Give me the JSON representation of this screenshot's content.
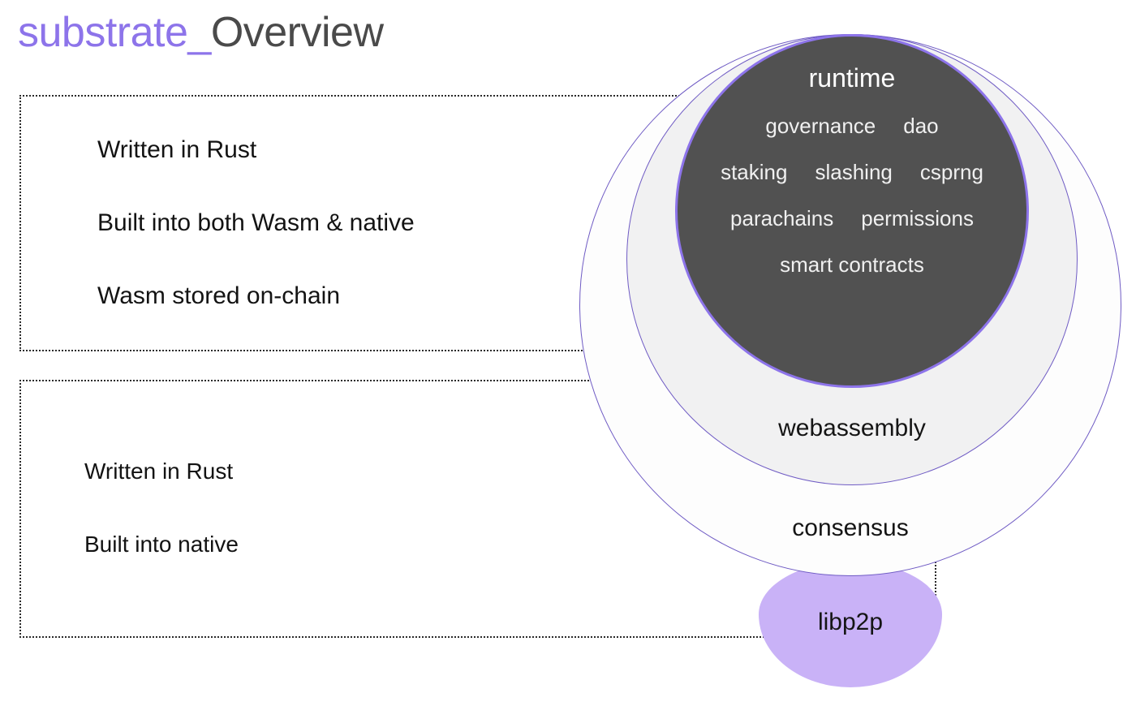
{
  "title": {
    "brand": "substrate_",
    "section": "Overview"
  },
  "colors": {
    "brand_purple": "#8d74ea",
    "circle_stroke": "#6f5bc4",
    "runtime_fill": "#515151",
    "webassembly_fill": "#f1f1f2",
    "consensus_fill": "#fdfdfd",
    "libp2p_fill": "#c9b2f7",
    "title_section": "#4a4a4a",
    "body_text": "#131313"
  },
  "panels": [
    {
      "id": "wasm",
      "items": [
        "Written in Rust",
        "Built into both Wasm & native",
        "Wasm stored on-chain"
      ]
    },
    {
      "id": "native",
      "items": [
        "Written in Rust",
        "Built into native"
      ]
    }
  ],
  "diagram": {
    "layers": [
      {
        "id": "runtime",
        "label": "runtime"
      },
      {
        "id": "webassembly",
        "label": "webassembly"
      },
      {
        "id": "consensus",
        "label": "consensus"
      },
      {
        "id": "libp2p",
        "label": "libp2p"
      }
    ],
    "runtime_tags": [
      [
        "governance",
        "dao"
      ],
      [
        "staking",
        "slashing",
        "csprng"
      ],
      [
        "parachains",
        "permissions"
      ],
      [
        "smart contracts"
      ]
    ]
  }
}
